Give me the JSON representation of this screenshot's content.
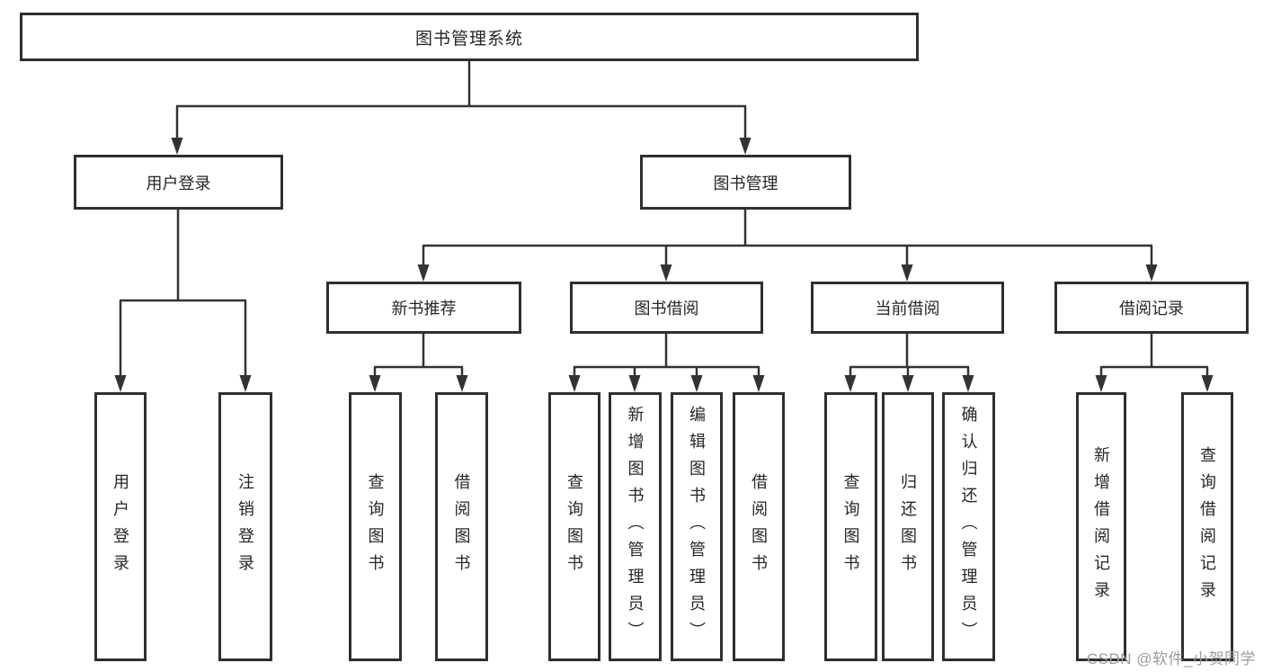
{
  "tree": {
    "label": "图书管理系统",
    "children": [
      {
        "label": "用户登录",
        "children": [
          {
            "label": "用户登录"
          },
          {
            "label": "注销登录"
          }
        ]
      },
      {
        "label": "图书管理",
        "children": [
          {
            "label": "新书推荐",
            "children": [
              {
                "label": "查询图书"
              },
              {
                "label": "借阅图书"
              }
            ]
          },
          {
            "label": "图书借阅",
            "children": [
              {
                "label": "查询图书"
              },
              {
                "label": "新增图书（管理员）"
              },
              {
                "label": "编辑图书（管理员）"
              },
              {
                "label": "借阅图书"
              }
            ]
          },
          {
            "label": "当前借阅",
            "children": [
              {
                "label": "查询图书"
              },
              {
                "label": "归还图书"
              },
              {
                "label": "确认归还（管理员）"
              }
            ]
          },
          {
            "label": "借阅记录",
            "children": [
              {
                "label": "新增借阅记录"
              },
              {
                "label": "查询借阅记录"
              }
            ]
          }
        ]
      }
    ]
  },
  "watermark": "CSDN @软件_小贺同学",
  "colors": {
    "line": "#333333",
    "box_border": "#2f2f2f",
    "text": "#262626",
    "watermark": "#9c9c9c",
    "background": "#ffffff"
  }
}
